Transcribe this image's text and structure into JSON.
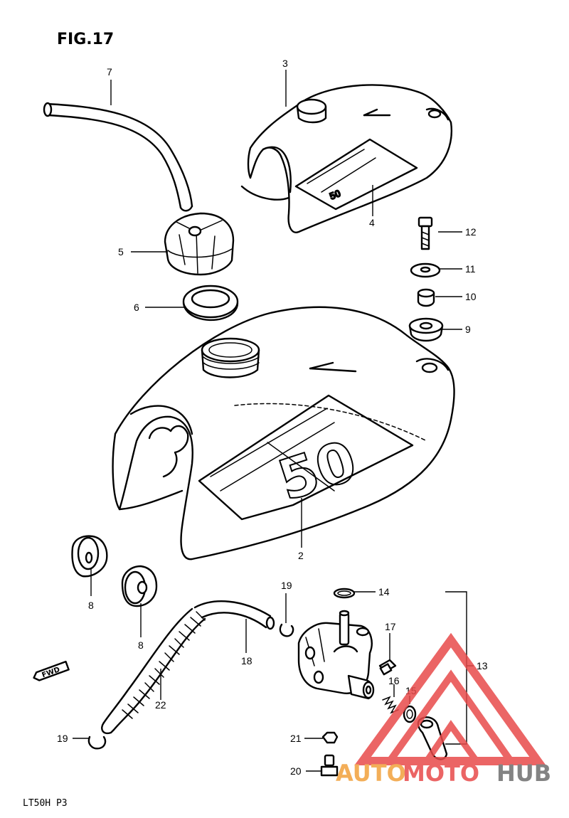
{
  "figure": {
    "title": "FIG.17",
    "footer_code": "LT50H P3",
    "fwd_label": "FWD",
    "tank_badge": "50"
  },
  "watermark": {
    "parts": [
      "AUTO",
      "MOTO",
      "HUB"
    ],
    "colors": {
      "auto": "#F2A13B",
      "moto": "#E84B4B",
      "hub": "#6E6E6E",
      "triangle": "#E84B4B"
    }
  },
  "callouts": [
    {
      "id": "c1",
      "label": "7"
    },
    {
      "id": "c2",
      "label": "3"
    },
    {
      "id": "c3",
      "label": "4"
    },
    {
      "id": "c4",
      "label": "5"
    },
    {
      "id": "c5",
      "label": "6"
    },
    {
      "id": "c6",
      "label": "12"
    },
    {
      "id": "c7",
      "label": "11"
    },
    {
      "id": "c8",
      "label": "10"
    },
    {
      "id": "c9",
      "label": "9"
    },
    {
      "id": "c10",
      "label": "2"
    },
    {
      "id": "c11",
      "label": "8"
    },
    {
      "id": "c12",
      "label": "8"
    },
    {
      "id": "c13",
      "label": "19"
    },
    {
      "id": "c14",
      "label": "14"
    },
    {
      "id": "c15",
      "label": "18"
    },
    {
      "id": "c16",
      "label": "17"
    },
    {
      "id": "c17",
      "label": "13"
    },
    {
      "id": "c18",
      "label": "16"
    },
    {
      "id": "c19",
      "label": "15"
    },
    {
      "id": "c20",
      "label": "22"
    },
    {
      "id": "c21",
      "label": "19"
    },
    {
      "id": "c22",
      "label": "21"
    },
    {
      "id": "c23",
      "label": "20"
    }
  ]
}
